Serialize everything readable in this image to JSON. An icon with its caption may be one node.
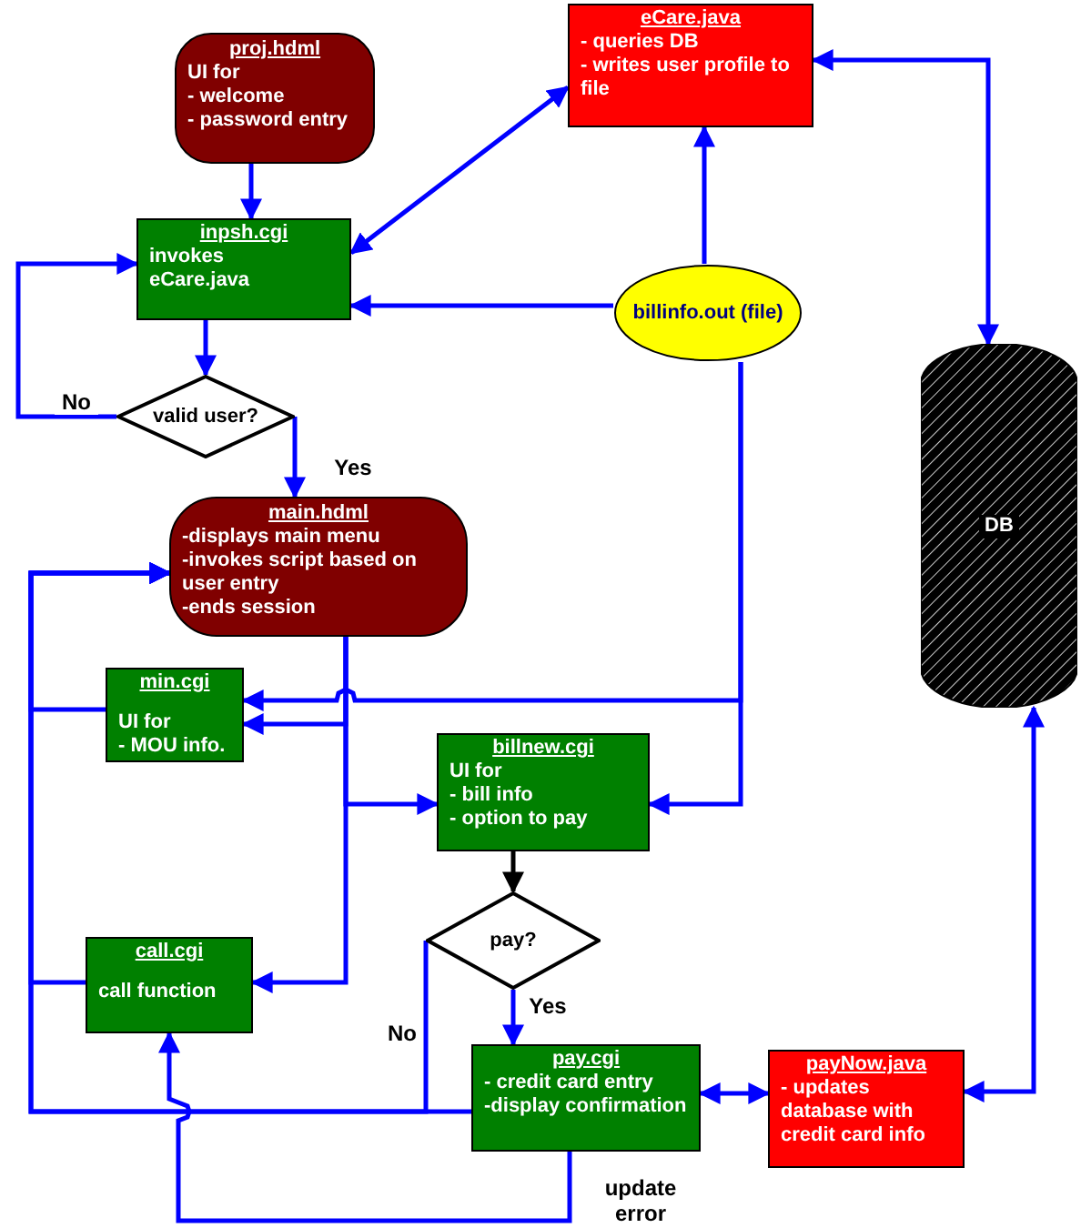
{
  "diagram": {
    "nodes": [
      {
        "text": [
          "proj.hdml",
          "UI for",
          "- welcome",
          "- password entry"
        ]
      },
      {
        "text": [
          "inpsh.cgi",
          "invokes",
          "eCare.java"
        ]
      },
      {
        "text": [
          "eCare.java",
          "- queries DB",
          "- writes user profile to file"
        ]
      },
      {
        "text": [
          "billinfo.out (file)"
        ]
      },
      {
        "text": [
          "valid user?"
        ]
      },
      {
        "text": [
          "DB"
        ]
      },
      {
        "text": [
          "main.hdml",
          "-displays main menu",
          "-invokes script based on user entry",
          "-ends session"
        ]
      },
      {
        "text": [
          "min.cgi",
          "UI for",
          "- MOU info."
        ]
      },
      {
        "text": [
          "billnew.cgi",
          "UI for",
          "- bill info",
          "- option to pay"
        ]
      },
      {
        "text": [
          "pay?"
        ]
      },
      {
        "text": [
          "call.cgi",
          "call function"
        ]
      },
      {
        "text": [
          "pay.cgi",
          "- credit card entry",
          "-display confirmation"
        ]
      },
      {
        "text": [
          "payNow.java",
          "- updates database with credit card info"
        ]
      }
    ],
    "edges": [
      {
        "from": 0,
        "to": 1,
        "arrow": "to"
      },
      {
        "from": 1,
        "to": 2,
        "arrow": "both"
      },
      {
        "from": 3,
        "to": 1,
        "arrow": "to"
      },
      {
        "from": 3,
        "to": 2,
        "arrow": "to"
      },
      {
        "from": 2,
        "to": 5,
        "arrow": "both"
      },
      {
        "from": 1,
        "to": 4,
        "arrow": "to"
      },
      {
        "from": 4,
        "to": 1,
        "arrow": "to",
        "label": "No"
      },
      {
        "from": 4,
        "to": 6,
        "arrow": "to",
        "label": "Yes"
      },
      {
        "from": 3,
        "to": 7,
        "arrow": "to"
      },
      {
        "from": 3,
        "to": 8,
        "arrow": "to"
      },
      {
        "from": 6,
        "to": 7,
        "arrow": "to"
      },
      {
        "from": 6,
        "to": 8,
        "arrow": "to"
      },
      {
        "from": 6,
        "to": 10,
        "arrow": "to"
      },
      {
        "from": 7,
        "to": 6,
        "arrow": "to"
      },
      {
        "from": 10,
        "to": 6,
        "arrow": "to"
      },
      {
        "from": 11,
        "to": 6,
        "arrow": "to"
      },
      {
        "from": 9,
        "to": 6,
        "arrow": "to",
        "label": "No"
      },
      {
        "from": 8,
        "to": 9,
        "arrow": "to",
        "color": "#000000"
      },
      {
        "from": 9,
        "to": 11,
        "arrow": "to",
        "label": "Yes"
      },
      {
        "from": 11,
        "to": 12,
        "arrow": "both"
      },
      {
        "from": 12,
        "to": 5,
        "arrow": "both"
      },
      {
        "from": 11,
        "to": 10,
        "arrow": "to",
        "label": "update error"
      }
    ]
  }
}
